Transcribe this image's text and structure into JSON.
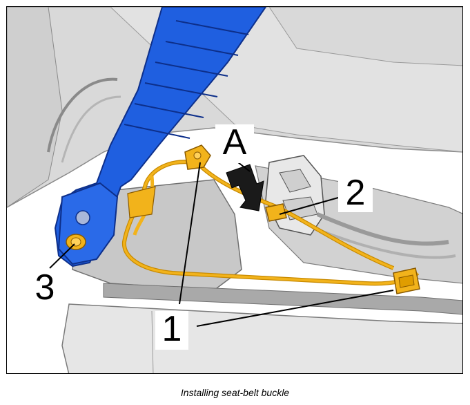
{
  "figure": {
    "callouts": {
      "a": "A",
      "one": "1",
      "two": "2",
      "three": "3"
    },
    "caption": "Installing seat-belt buckle"
  },
  "colors": {
    "belt_blue": "#1f5fe0",
    "harness_yellow": "#f2b31b",
    "seat_grey": "#dcdcdc"
  }
}
